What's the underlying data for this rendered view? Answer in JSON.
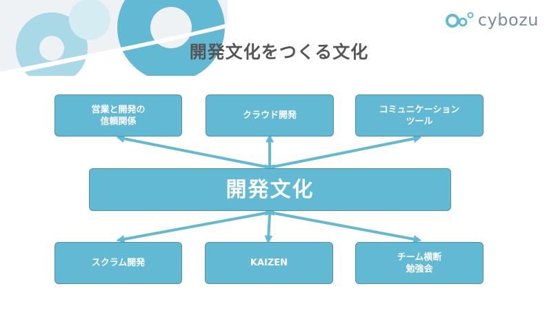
{
  "title": "開発文化をつくる文化",
  "logo": {
    "text": "cybozu"
  },
  "colors": {
    "box_fill": "#62b9d3",
    "box_border": "#4f8fa6",
    "arrow": "#62b9d3",
    "title": "#555555"
  },
  "center": {
    "label": "開発文化"
  },
  "top_boxes": [
    {
      "label": "営業と開発の\n信頼関係"
    },
    {
      "label": "クラウド開発"
    },
    {
      "label": "コミュニケーション\nツール"
    }
  ],
  "bottom_boxes": [
    {
      "label": "スクラム開発"
    },
    {
      "label": "KAIZEN"
    },
    {
      "label": "チーム横断\n勉強会"
    }
  ]
}
